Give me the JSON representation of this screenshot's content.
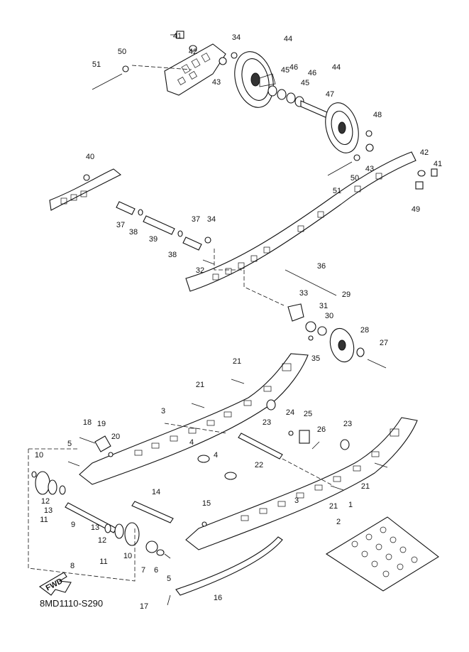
{
  "diagram": {
    "code": "8MD1110-S290",
    "fwd_label": "FWD",
    "callouts": [
      "1",
      "2",
      "3",
      "3",
      "4",
      "4",
      "5",
      "5",
      "6",
      "7",
      "8",
      "9",
      "10",
      "10",
      "11",
      "11",
      "12",
      "12",
      "13",
      "13",
      "14",
      "15",
      "16",
      "17",
      "18",
      "19",
      "20",
      "21",
      "21",
      "21",
      "21",
      "22",
      "23",
      "23",
      "24",
      "25",
      "26",
      "27",
      "28",
      "29",
      "30",
      "31",
      "32",
      "33",
      "34",
      "34",
      "35",
      "36",
      "37",
      "37",
      "38",
      "38",
      "39",
      "40",
      "41",
      "41",
      "42",
      "42",
      "43",
      "43",
      "44",
      "44",
      "45",
      "45",
      "46",
      "46",
      "47",
      "48",
      "49",
      "50",
      "50",
      "51",
      "51"
    ]
  }
}
